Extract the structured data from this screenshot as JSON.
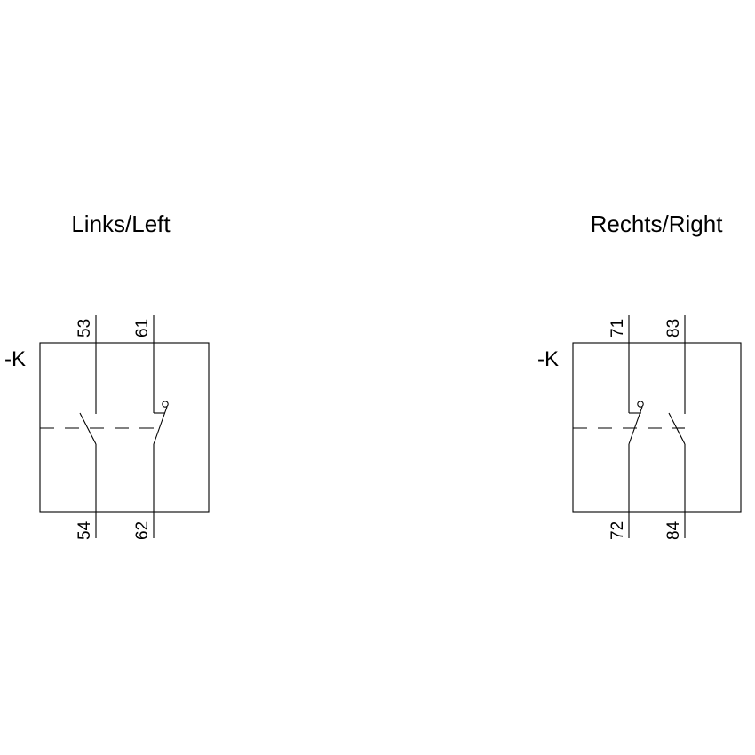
{
  "left": {
    "title": "Links/Left",
    "designation": "-K",
    "terminals": {
      "a_top": "53",
      "a_bottom": "54",
      "b_top": "61",
      "b_bottom": "62"
    }
  },
  "right": {
    "title": "Rechts/Right",
    "designation": "-K",
    "terminals": {
      "a_top": "71",
      "a_bottom": "72",
      "b_top": "83",
      "b_bottom": "84"
    }
  }
}
